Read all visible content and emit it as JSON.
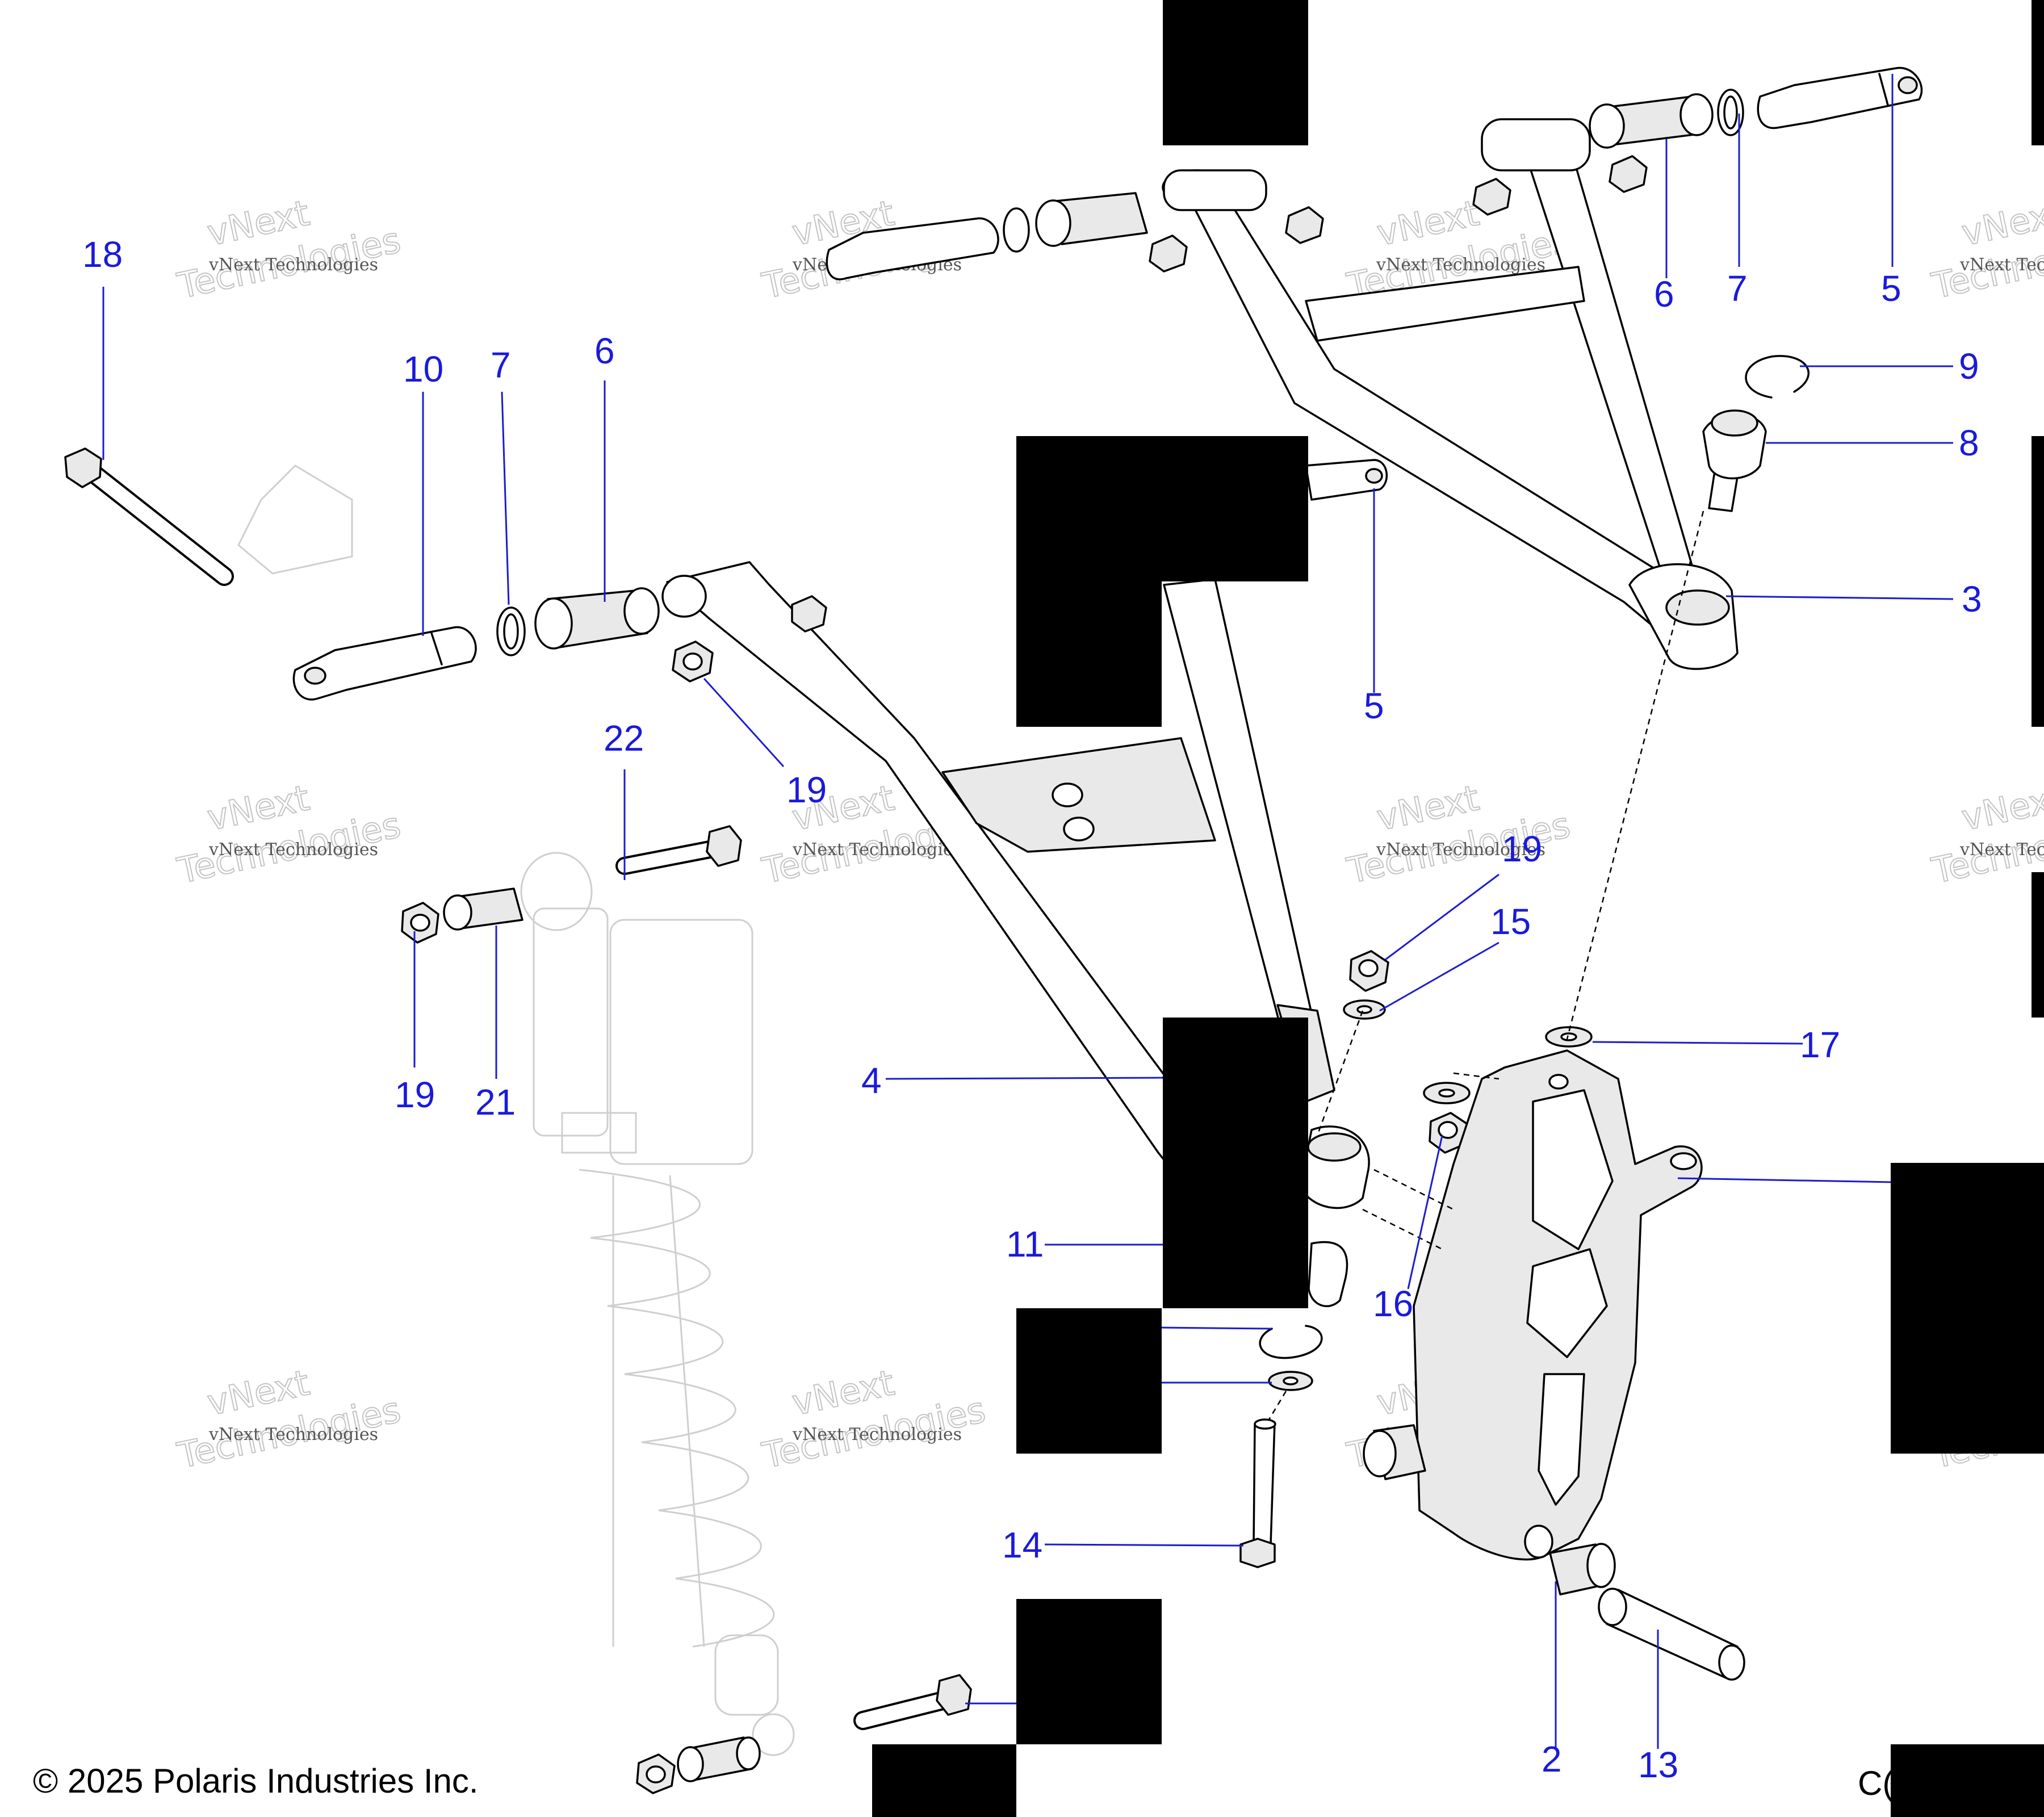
{
  "callouts": {
    "c18": "18",
    "c10": "10",
    "c7a": "7",
    "c6a": "6",
    "c6b": "6",
    "c7b": "7",
    "c5a": "5",
    "c9": "9",
    "c8": "8",
    "c3": "3",
    "c5b": "5",
    "c19a": "19",
    "c22": "22",
    "c19b": "19",
    "c15": "15",
    "c19c": "19",
    "c21": "21",
    "c17": "17",
    "c4": "4",
    "c11": "11",
    "c16": "16",
    "c14": "14",
    "c2": "2",
    "c13": "13"
  },
  "watermark": {
    "line": "vNext Technologies",
    "big_line1": "vNext",
    "big_line2": "Technologies"
  },
  "footer": {
    "copyright": "© 2025 Polaris Industries Inc.",
    "code_fragment": "C("
  },
  "colors": {
    "callout": "#1a1adb",
    "redaction": "#000000"
  }
}
